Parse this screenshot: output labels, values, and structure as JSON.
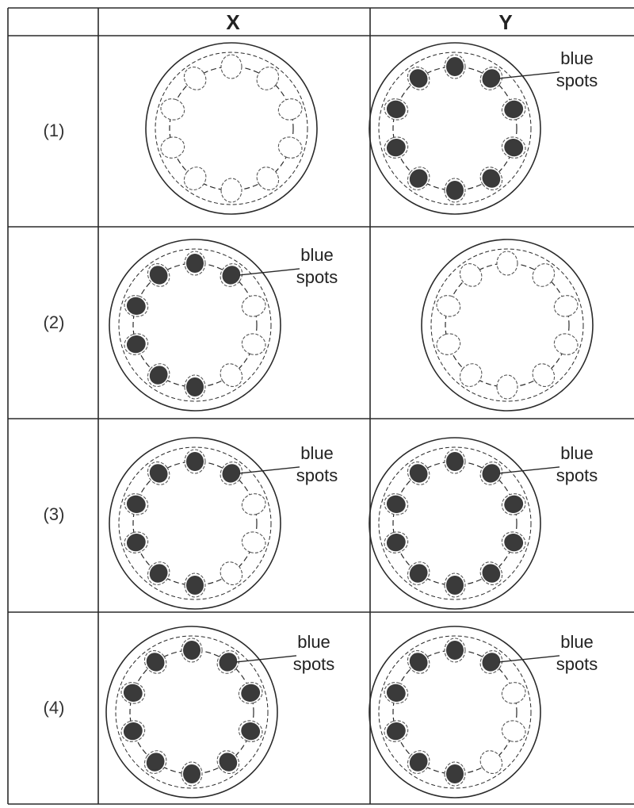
{
  "header": {
    "col_x": "X",
    "col_y": "Y"
  },
  "rows": [
    {
      "label": "(1)",
      "x": {
        "filled": [],
        "callout": []
      },
      "y": {
        "filled": [
          0,
          1,
          2,
          3,
          4,
          5,
          6,
          7,
          8,
          9
        ],
        "callout": [
          "blue",
          "spots"
        ]
      }
    },
    {
      "label": "(2)",
      "x": {
        "filled": [
          0,
          1,
          2,
          6,
          7,
          8,
          9
        ],
        "callout": [
          "blue",
          "spots"
        ]
      },
      "y": {
        "filled": [],
        "callout": []
      }
    },
    {
      "label": "(3)",
      "x": {
        "filled": [
          0,
          1,
          2,
          6,
          7,
          8,
          9
        ],
        "callout": [
          "blue",
          "spots"
        ]
      },
      "y": {
        "filled": [
          0,
          1,
          2,
          3,
          4,
          5,
          6,
          7,
          8,
          9
        ],
        "callout": [
          "blue",
          "spots"
        ]
      }
    },
    {
      "label": "(4)",
      "x": {
        "filled": [
          0,
          1,
          2,
          3,
          4,
          5,
          6,
          7,
          8,
          9
        ],
        "callout": [
          "blue",
          "spots"
        ]
      },
      "y": {
        "filled": [
          0,
          1,
          2,
          6,
          7,
          8,
          9
        ],
        "callout": [
          "blue",
          "spots"
        ]
      }
    }
  ],
  "colors": {
    "line": "#2a2a2a",
    "spot_fill": "#3a3a3a",
    "spot_outline": "#555555"
  }
}
